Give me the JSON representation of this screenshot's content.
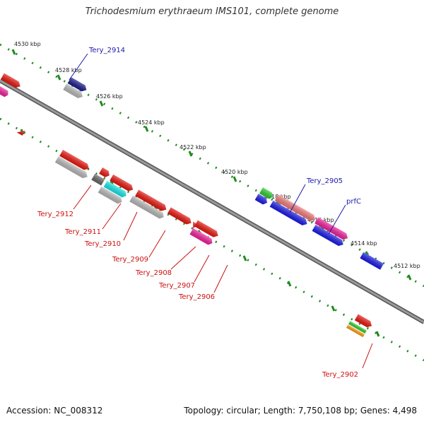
{
  "title": "Trichodesmium erythraeum IMS101, complete genome",
  "footer": {
    "accession": "Accession: NC_008312",
    "summary": "Topology: circular; Length: 7,750,108 bp; Genes: 4,498"
  },
  "colors": {
    "backbone": "#8a8a8a",
    "tick": "#1f8a1f",
    "label_red": "#cc1111",
    "label_blue": "#1a1aa8"
  },
  "kbp_labels": [
    "4530 kbp",
    "4528 kbp",
    "4526 kbp",
    "4524 kbp",
    "4522 kbp",
    "4520 kbp",
    "4518 kbp",
    "4516 kbp",
    "4514 kbp",
    "4512 kbp"
  ],
  "gene_labels": [
    {
      "id": "Tery_2914",
      "color": "blue"
    },
    {
      "id": "Tery_2905",
      "color": "blue"
    },
    {
      "id": "prfC",
      "color": "blue"
    },
    {
      "id": "Tery_2912",
      "color": "red"
    },
    {
      "id": "Tery_2911",
      "color": "red"
    },
    {
      "id": "Tery_2910",
      "color": "red"
    },
    {
      "id": "Tery_2909",
      "color": "red"
    },
    {
      "id": "Tery_2908",
      "color": "red"
    },
    {
      "id": "Tery_2907",
      "color": "red"
    },
    {
      "id": "Tery_2906",
      "color": "red"
    },
    {
      "id": "Tery_2902",
      "color": "red"
    }
  ]
}
